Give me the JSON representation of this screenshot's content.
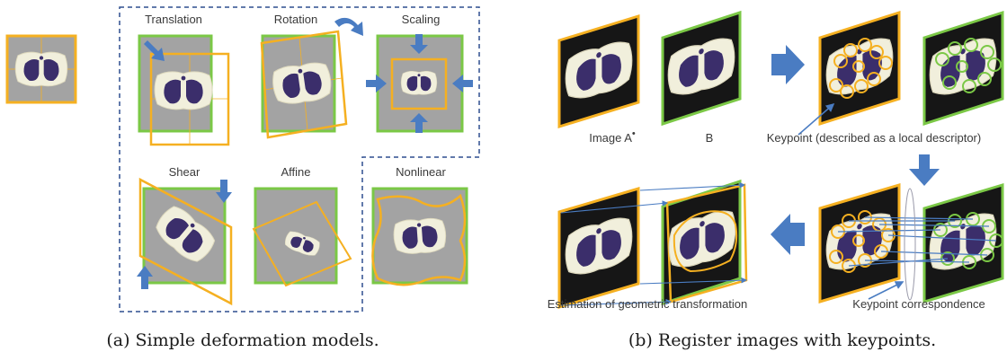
{
  "panel_a": {
    "caption": "(a) Simple deformation models.",
    "labels": {
      "translation": "Translation",
      "rotation": "Rotation",
      "scaling": "Scaling",
      "shear": "Shear",
      "affine": "Affine",
      "nonlinear": "Nonlinear"
    }
  },
  "panel_b": {
    "caption": "(b) Register images with keypoints.",
    "labels": {
      "image_a": "Image A",
      "image_a_mark": "•",
      "image_b": "B",
      "keypoint": "Keypoint (described as a local descriptor)",
      "estimation": "Estimation of geometric transformation",
      "correspondence": "Keypoint correspondence"
    }
  },
  "colors": {
    "orange": "#F5B021",
    "green": "#7BC846",
    "arrow_blue": "#4A7CC2",
    "dash_blue": "#2F4F8F",
    "tile_gray": "#A3A3A3",
    "lung": "#3B2E6B",
    "body": "#F1EFDC",
    "dark_panel": "#161616"
  }
}
